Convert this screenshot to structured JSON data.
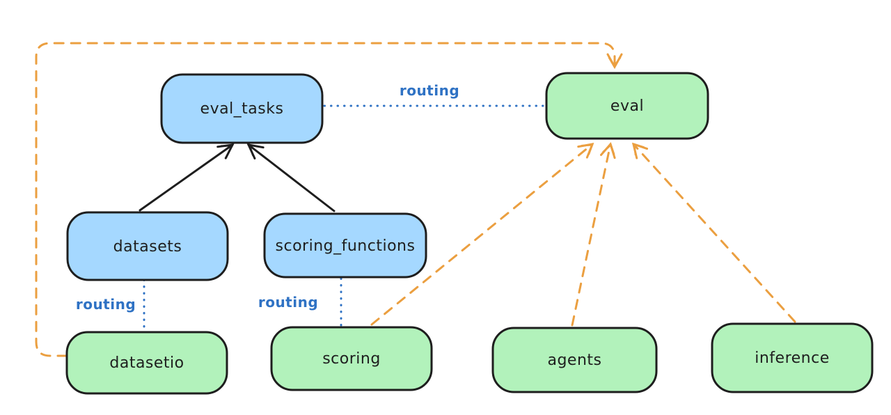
{
  "diagram": {
    "type": "architecture-flow-diagram",
    "background": "#ffffff",
    "colors": {
      "node_stroke": "#1e1e1e",
      "blue_fill": "#a5d8ff",
      "green_fill": "#b2f2bb",
      "routing_blue": "#2f72c4",
      "orange": "#eb9f40",
      "black": "#1e1e1e"
    },
    "nodes": [
      {
        "id": "eval_tasks",
        "label": "eval_tasks",
        "color": "blue"
      },
      {
        "id": "eval",
        "label": "eval",
        "color": "green"
      },
      {
        "id": "datasets",
        "label": "datasets",
        "color": "blue"
      },
      {
        "id": "scoring_functions",
        "label": "scoring_functions",
        "color": "blue"
      },
      {
        "id": "datasetio",
        "label": "datasetio",
        "color": "green"
      },
      {
        "id": "scoring",
        "label": "scoring",
        "color": "green"
      },
      {
        "id": "agents",
        "label": "agents",
        "color": "green"
      },
      {
        "id": "inference",
        "label": "inference",
        "color": "green"
      }
    ],
    "labels": {
      "routing_eval_tasks_eval": "routing",
      "routing_datasets_datasetio": "routing",
      "routing_scoring_functions_scoring": "routing"
    },
    "edges": [
      {
        "from": "datasets",
        "to": "eval_tasks",
        "style": "solid",
        "color": "black",
        "arrow": true
      },
      {
        "from": "scoring_functions",
        "to": "eval_tasks",
        "style": "solid",
        "color": "black",
        "arrow": true
      },
      {
        "from": "eval_tasks",
        "to": "eval",
        "style": "dotted",
        "color": "blue",
        "label": "routing",
        "arrow": false
      },
      {
        "from": "datasets",
        "to": "datasetio",
        "style": "dotted",
        "color": "blue",
        "label": "routing",
        "arrow": false
      },
      {
        "from": "scoring_functions",
        "to": "scoring",
        "style": "dotted",
        "color": "blue",
        "label": "routing",
        "arrow": false
      },
      {
        "from": "datasetio",
        "to": "eval",
        "style": "dashed",
        "color": "orange",
        "arrow": true
      },
      {
        "from": "scoring",
        "to": "eval",
        "style": "dashed",
        "color": "orange",
        "arrow": true
      },
      {
        "from": "agents",
        "to": "eval",
        "style": "dashed",
        "color": "orange",
        "arrow": true
      },
      {
        "from": "inference",
        "to": "eval",
        "style": "dashed",
        "color": "orange",
        "arrow": true
      }
    ]
  }
}
